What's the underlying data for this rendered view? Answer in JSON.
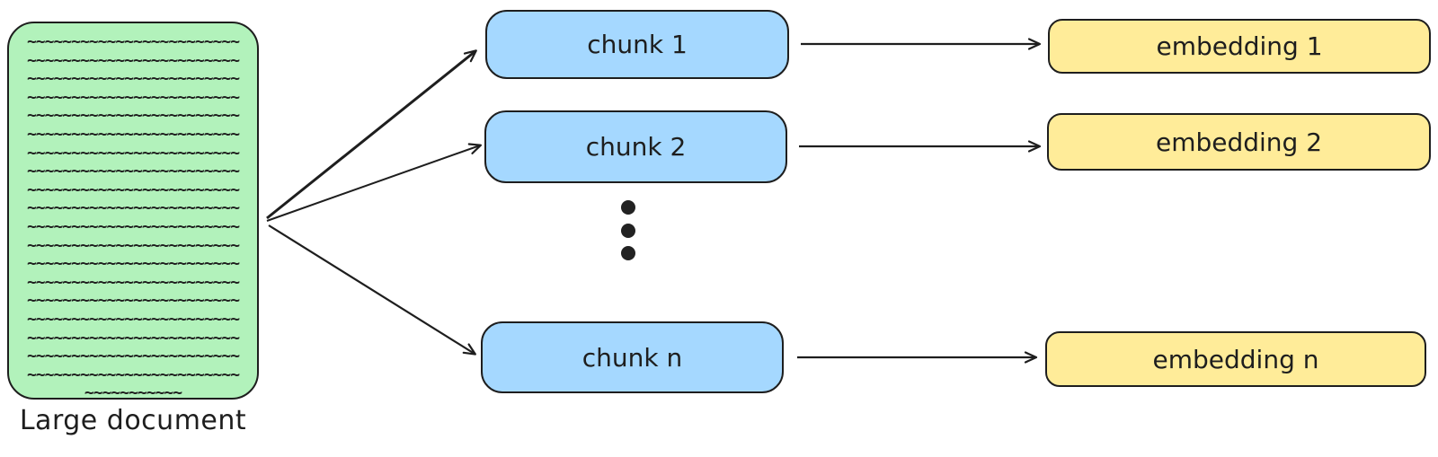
{
  "document": {
    "label": "Large document",
    "squiggles": {
      "full_line": "~~~~~~~~~~~~~~~~~~~~~~~~",
      "full_rows": 19,
      "last_line": "~~~~~~~~~~~"
    }
  },
  "chunks": [
    {
      "label": "chunk 1"
    },
    {
      "label": "chunk 2"
    },
    {
      "label": "chunk n"
    }
  ],
  "embeddings": [
    {
      "label": "embedding 1"
    },
    {
      "label": "embedding 2"
    },
    {
      "label": "embedding n"
    }
  ],
  "ellipsis_dot_count": 3,
  "colors": {
    "stroke": "#1e1e1e",
    "document_fill": "#b2f2bb",
    "chunk_fill": "#a5d8ff",
    "embedding_fill": "#ffec99",
    "background": "#ffffff"
  }
}
